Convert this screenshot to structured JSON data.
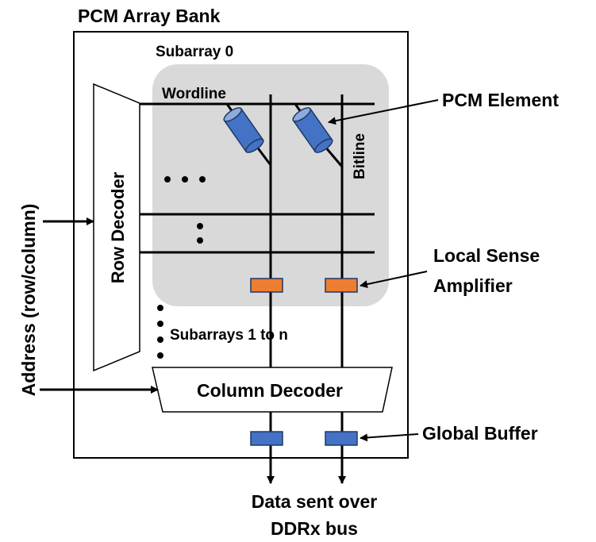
{
  "diagram": {
    "bank_title": "PCM Array Bank",
    "subarray_label": "Subarray 0",
    "wordline_label": "Wordline",
    "bitline_label": "Bitline",
    "pcm_element_label": "PCM Element",
    "row_decoder_label": "Row Decoder",
    "column_decoder_label": "Column Decoder",
    "local_sense_label_line1": "Local Sense",
    "local_sense_label_line2": "Amplifier",
    "global_buffer_label": "Global Buffer",
    "subarrays_label": "Subarrays 1 to n",
    "address_label": "Address (row/column)",
    "output_label_line1": "Data sent over",
    "output_label_line2": "DDRx bus"
  },
  "colors": {
    "subarray_fill": "#d9d9d9",
    "pcm_element_fill": "#4472c4",
    "sense_amp_fill": "#ed7d31",
    "global_buffer_fill": "#4472c4",
    "line": "#000000"
  }
}
